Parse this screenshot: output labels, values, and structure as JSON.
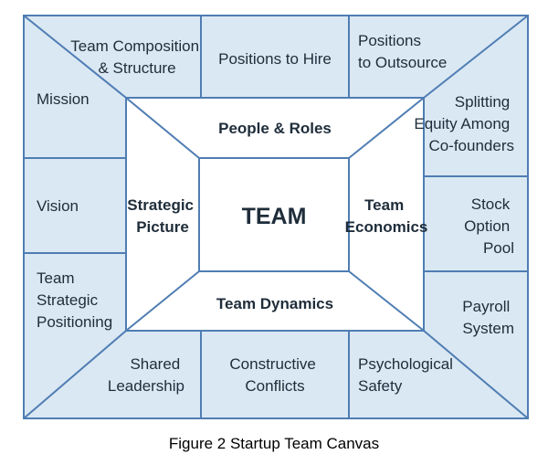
{
  "figure": {
    "caption": "Figure 2 Startup Team Canvas",
    "colors": {
      "outer_fill": "#dae8f3",
      "inner_fill": "#ffffff",
      "stroke": "#4f7db3",
      "text": "#1f2d3a"
    }
  },
  "outer": {
    "team_composition": [
      "Team Composition",
      "& Structure"
    ],
    "positions_to_hire": [
      "Positions to Hire"
    ],
    "positions_to_outsource": [
      "Positions",
      "to Outsource"
    ],
    "mission": [
      "Mission"
    ],
    "vision": [
      "Vision"
    ],
    "team_strategic_positioning": [
      "Team",
      "Strategic",
      "Positioning"
    ],
    "splitting_equity": [
      "Splitting",
      "Equity Among",
      "Co-founders"
    ],
    "stock_option_pool": [
      "Stock",
      "Option",
      "Pool"
    ],
    "payroll_system": [
      "Payroll",
      "System"
    ],
    "shared_leadership": [
      "Shared",
      "Leadership"
    ],
    "constructive_conflicts": [
      "Constructive",
      "Conflicts"
    ],
    "psychological_safety": [
      "Psychological",
      "Safety"
    ]
  },
  "inner": {
    "people_roles": [
      "People & Roles"
    ],
    "strategic_picture": [
      "Strategic",
      "Picture"
    ],
    "team_economics": [
      "Team",
      "Economics"
    ],
    "team_dynamics": [
      "Team Dynamics"
    ],
    "center": [
      "TEAM"
    ]
  }
}
